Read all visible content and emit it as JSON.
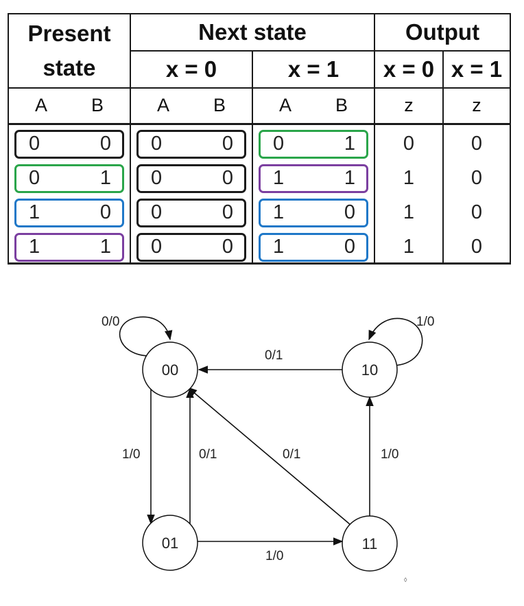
{
  "table": {
    "header": {
      "present_line1": "Present",
      "present_line2": "state",
      "next_state": "Next state",
      "output": "Output",
      "x0": "x = 0",
      "x1": "x = 1",
      "out_x0": "x = 0",
      "out_x1": "x = 1"
    },
    "subheader": {
      "a": "A",
      "b": "B",
      "z": "z"
    },
    "colors": {
      "black": "#1a1a1a",
      "green": "#2aa54a",
      "blue": "#1f78c8",
      "purple": "#7b3fa0"
    },
    "rows": [
      {
        "present": {
          "a": "0",
          "b": "0",
          "color": "black"
        },
        "next_x0": {
          "a": "0",
          "b": "0",
          "color": "black"
        },
        "next_x1": {
          "a": "0",
          "b": "1",
          "color": "green"
        },
        "z_x0": "0",
        "z_x1": "0"
      },
      {
        "present": {
          "a": "0",
          "b": "1",
          "color": "green"
        },
        "next_x0": {
          "a": "0",
          "b": "0",
          "color": "black"
        },
        "next_x1": {
          "a": "1",
          "b": "1",
          "color": "purple"
        },
        "z_x0": "1",
        "z_x1": "0"
      },
      {
        "present": {
          "a": "1",
          "b": "0",
          "color": "blue"
        },
        "next_x0": {
          "a": "0",
          "b": "0",
          "color": "black"
        },
        "next_x1": {
          "a": "1",
          "b": "0",
          "color": "blue"
        },
        "z_x0": "1",
        "z_x1": "0"
      },
      {
        "present": {
          "a": "1",
          "b": "1",
          "color": "purple"
        },
        "next_x0": {
          "a": "0",
          "b": "0",
          "color": "black"
        },
        "next_x1": {
          "a": "1",
          "b": "0",
          "color": "blue"
        },
        "z_x0": "1",
        "z_x1": "0"
      }
    ]
  },
  "diagram": {
    "states": {
      "s00": "00",
      "s01": "01",
      "s10": "10",
      "s11": "11"
    },
    "transitions": {
      "loop_00": "0/0",
      "loop_10": "1/0",
      "s10_to_s00": "0/1",
      "s00_to_s01": "1/0",
      "s01_to_s00": "0/1",
      "s11_to_s00": "0/1",
      "s11_to_s10": "1/0",
      "s01_to_s11": "1/0"
    }
  }
}
